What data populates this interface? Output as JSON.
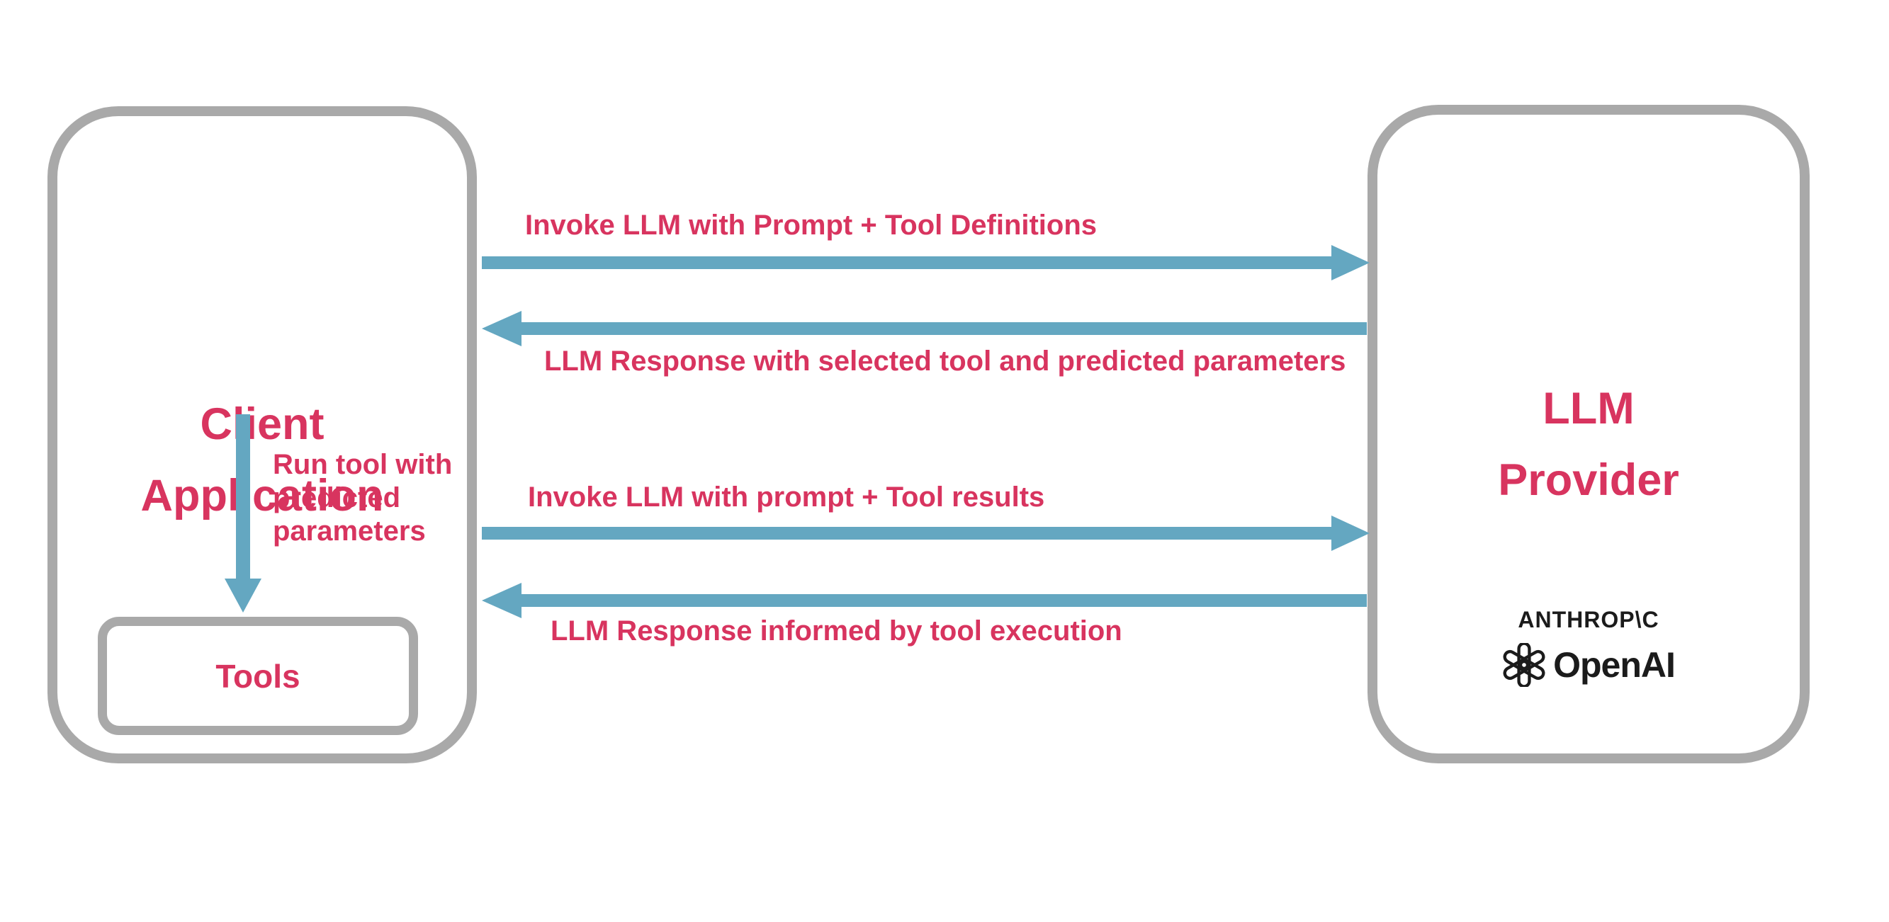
{
  "colors": {
    "pink": "#d8345f",
    "blue": "#64a7c1",
    "gray": "#a9a9a9",
    "logo_black": "#1b1b1b"
  },
  "client_box": {
    "title_line1": "Client",
    "title_line2": "Application",
    "tools_label": "Tools"
  },
  "llm_box": {
    "title_line1": "LLM",
    "title_line2": "Provider",
    "anthropic_wordmark": "ANTHROP\\C",
    "openai_wordmark": "OpenAI",
    "openai_icon": "openai-flower-icon"
  },
  "flows": [
    {
      "label": "Invoke LLM with Prompt + Tool Definitions",
      "direction": "right"
    },
    {
      "label": "LLM Response with selected tool and predicted parameters",
      "direction": "left"
    },
    {
      "label": "Invoke LLM with prompt + Tool results",
      "direction": "right"
    },
    {
      "label": "LLM Response informed by tool execution",
      "direction": "left"
    }
  ],
  "internal_flow": {
    "label": "Run tool with\npredicted\nparameters",
    "direction": "down"
  }
}
